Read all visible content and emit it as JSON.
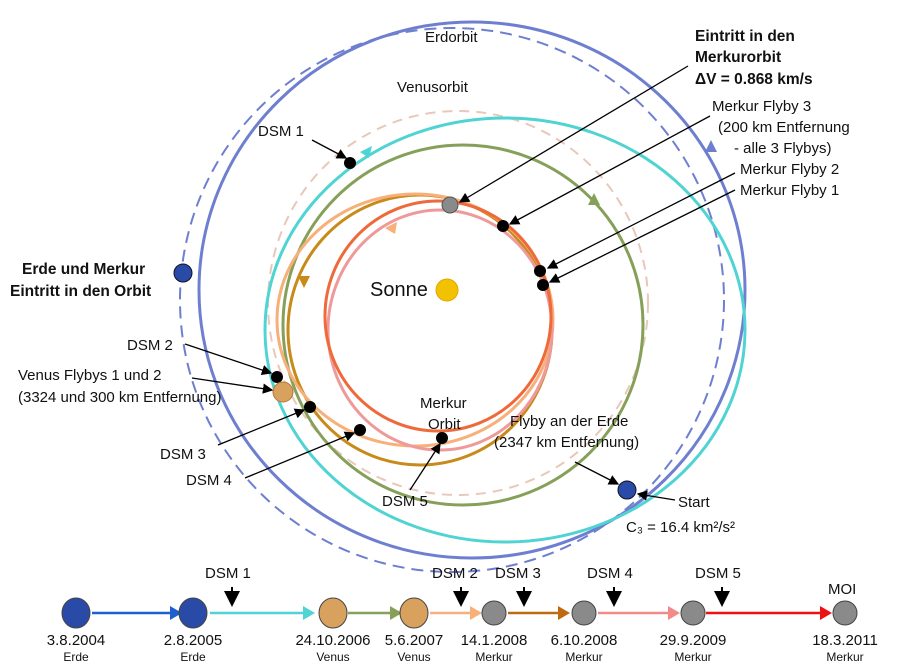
{
  "colors": {
    "earth": "#6f7fd0",
    "cyan": "#4fd3d3",
    "green": "#86a05a",
    "orange": "#c88a1a",
    "peach": "#f7b07a",
    "pink": "#ef9a9a",
    "red": "#ee6a3a",
    "venus_dash": "#e8c8b8",
    "sun": "#f2c200"
  },
  "orbit_labels": {
    "earth": "Erdorbit",
    "venus": "Venusorbit",
    "mercury_1": "Merkur",
    "mercury_2": "Orbit",
    "sun": "Sonne"
  },
  "annotations": {
    "moi_1": "Eintritt in den",
    "moi_2": "Merkurorbit",
    "moi_3": "ΔV = 0.868 km/s",
    "mf3_1": "Merkur Flyby 3",
    "mf3_2": "(200 km Entfernung",
    "mf3_3": "- alle 3 Flybys)",
    "mf2": "Merkur Flyby 2",
    "mf1": "Merkur Flyby 1",
    "dsm1": "DSM 1",
    "dsm2": "DSM 2",
    "dsm3": "DSM 3",
    "dsm4": "DSM 4",
    "dsm5": "DSM 5",
    "em_1": "Erde und Merkur",
    "em_2": "Eintritt in den Orbit",
    "vf_1": "Venus Flybys 1 und 2",
    "vf_2": "(3324 und 300 km Entfernung)",
    "ef_1": "Flyby an der Erde",
    "ef_2": "(2347 km Entfernung)",
    "start": "Start",
    "c3": "C₃ = 16.4 km²/s²"
  },
  "timeline": [
    {
      "date": "3.8.2004",
      "body": "Erde",
      "type": "earth"
    },
    {
      "date": "2.8.2005",
      "body": "Erde",
      "type": "earth"
    },
    {
      "date": "24.10.2006",
      "body": "Venus",
      "type": "venus"
    },
    {
      "date": "5.6.2007",
      "body": "Venus",
      "type": "venus"
    },
    {
      "date": "14.1.2008",
      "body": "Merkur",
      "type": "mercury"
    },
    {
      "date": "6.10.2008",
      "body": "Merkur",
      "type": "mercury"
    },
    {
      "date": "29.9.2009",
      "body": "Merkur",
      "type": "mercury"
    },
    {
      "date": "18.3.2011",
      "body": "Merkur",
      "type": "mercury"
    }
  ],
  "timeline_markers": [
    "DSM 1",
    "DSM 2",
    "DSM 3",
    "DSM 4",
    "DSM 5",
    "MOI"
  ]
}
